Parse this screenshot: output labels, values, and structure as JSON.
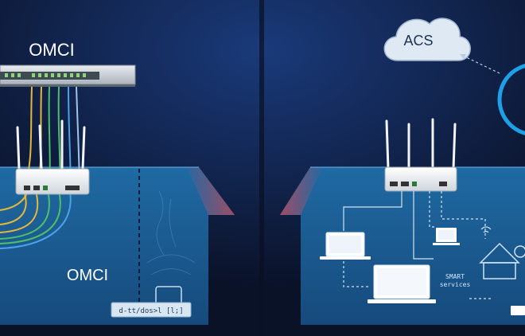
{
  "left_panel": {
    "top_label": "OMCI",
    "bottom_label": "OMCI",
    "device_text": "d-tt/dos>l [l;]"
  },
  "right_panel": {
    "cloud_label": "ACS",
    "side_text_line1": "SMART",
    "side_text_line2": "services"
  },
  "colors": {
    "background": "#0b1530",
    "house_fill": "#1d5b93",
    "cable_yellow": "#e6b73a",
    "cable_green": "#4fbf6a",
    "cable_blue": "#4aa3e8",
    "ring": "#1ea0e6"
  }
}
